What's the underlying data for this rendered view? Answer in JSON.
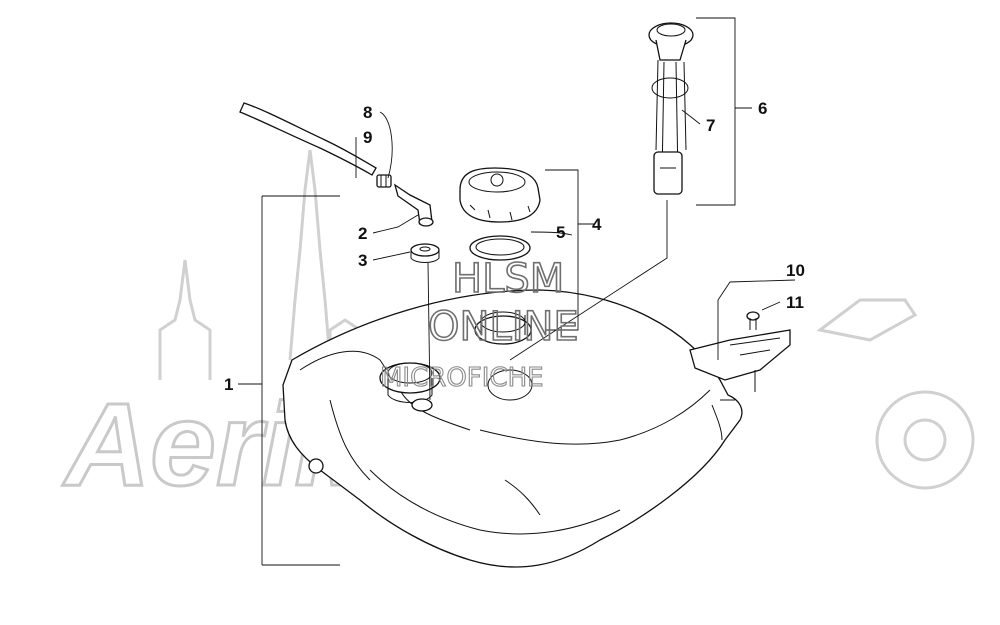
{
  "watermarks": {
    "brand": "AeriMotmo",
    "line1": "HLSM",
    "line2": "ONLINE",
    "line3": "MICROFICHE"
  },
  "callouts": [
    {
      "id": "1",
      "label": "1"
    },
    {
      "id": "2",
      "label": "2"
    },
    {
      "id": "3",
      "label": "3"
    },
    {
      "id": "4",
      "label": "4"
    },
    {
      "id": "5",
      "label": "5"
    },
    {
      "id": "6",
      "label": "6"
    },
    {
      "id": "7",
      "label": "7"
    },
    {
      "id": "8",
      "label": "8"
    },
    {
      "id": "9",
      "label": "9"
    },
    {
      "id": "10",
      "label": "10"
    },
    {
      "id": "11",
      "label": "11"
    }
  ],
  "colors": {
    "line": "#111111",
    "watermark_light": "#c9c9c9",
    "watermark_dark": "#6f6f6f"
  }
}
